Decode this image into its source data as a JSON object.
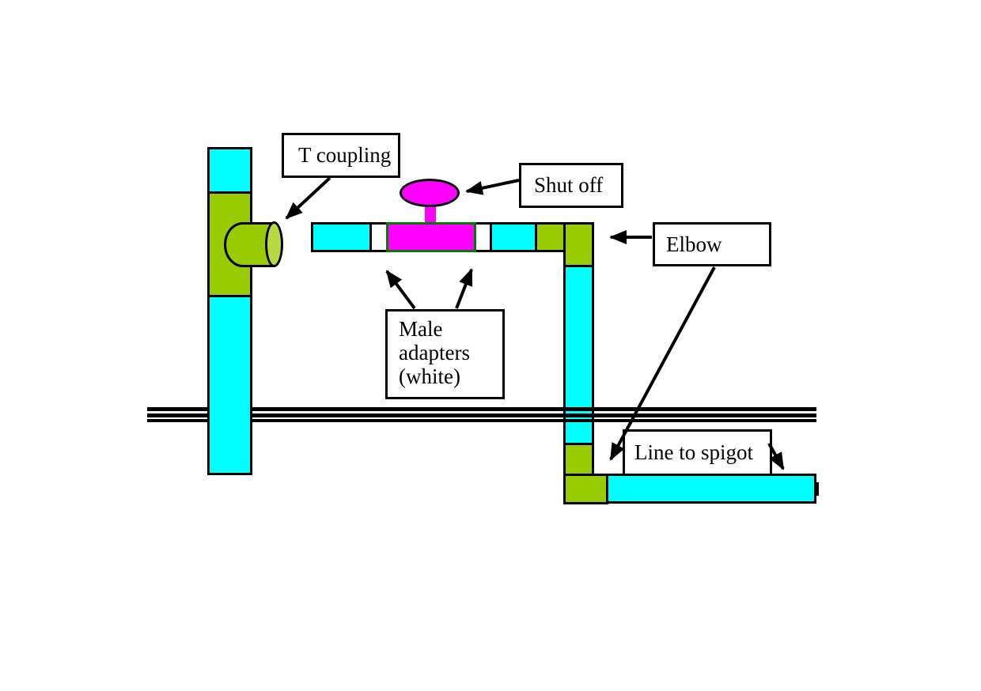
{
  "diagram": {
    "labels": {
      "t_coupling": "T coupling",
      "shut_off": "Shut off",
      "elbow": "Elbow",
      "male_adapters": "Male\nadapters\n(white)",
      "line_to_spigot": "Line to spigot"
    },
    "colors": {
      "pipe-cyan": "#00ffff",
      "fitting-green": "#99cc00",
      "fitting-green-light": "#b8d943",
      "valve-magenta": "#ff00ff",
      "valve-border-green": "#007a00",
      "adapter-white": "#ffffff",
      "line-black": "#000000",
      "background-white": "#ffffff"
    }
  }
}
